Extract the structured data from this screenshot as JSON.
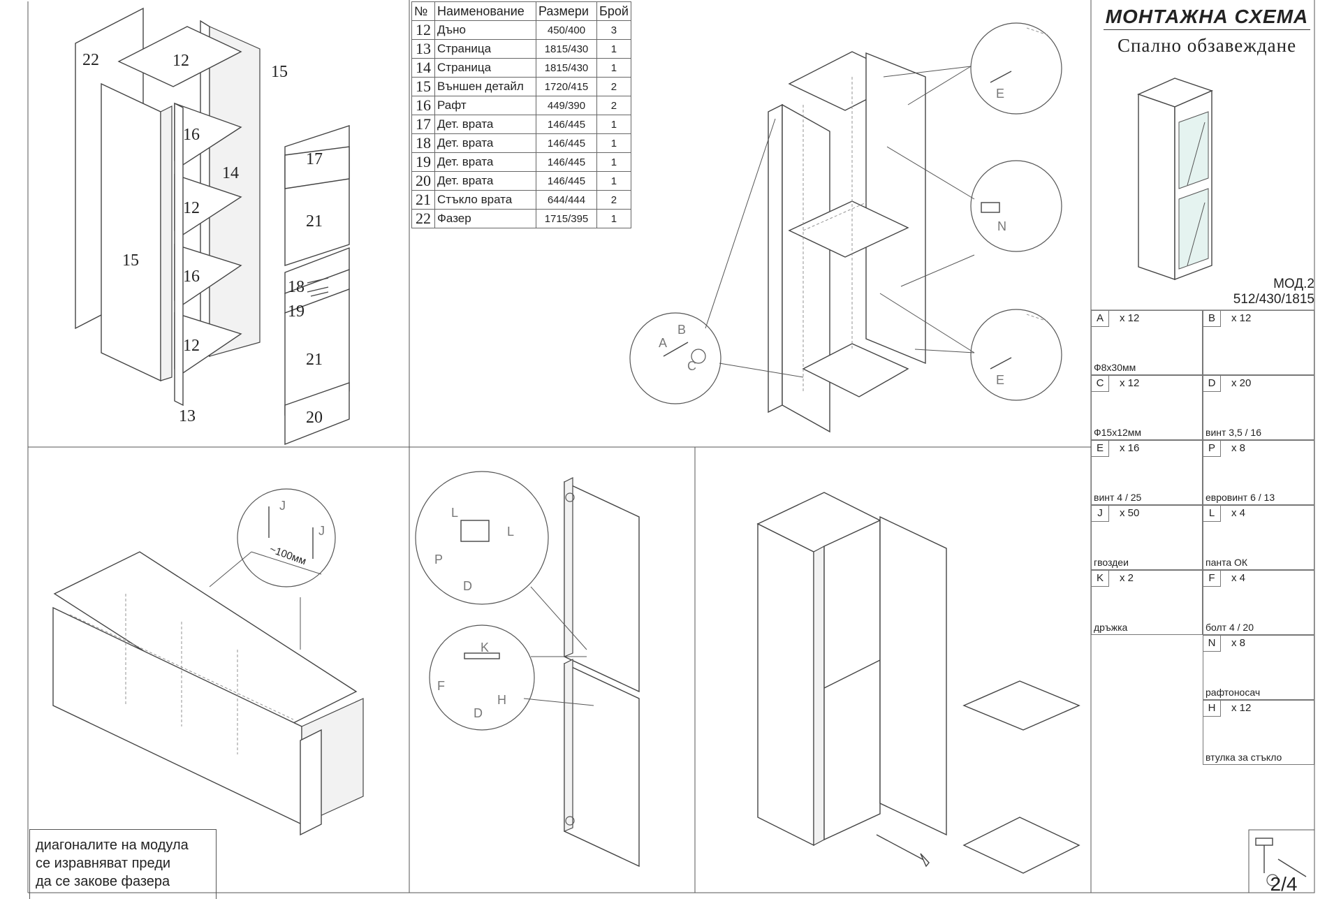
{
  "title": "МОНТАЖНА СХЕМА",
  "subtitle": "Спално обзавеждане",
  "model": {
    "name": "МОД.2",
    "dims": "512/430/1815"
  },
  "parts_table": {
    "headers": [
      "№",
      "Наименование",
      "Размери",
      "Брой"
    ],
    "rows": [
      {
        "no": "12",
        "name": "Дъно",
        "size": "450/400",
        "qty": "3"
      },
      {
        "no": "13",
        "name": "Страница",
        "size": "1815/430",
        "qty": "1"
      },
      {
        "no": "14",
        "name": "Страница",
        "size": "1815/430",
        "qty": "1"
      },
      {
        "no": "15",
        "name": "Външен детайл",
        "size": "1720/415",
        "qty": "2"
      },
      {
        "no": "16",
        "name": "Рафт",
        "size": "449/390",
        "qty": "2"
      },
      {
        "no": "17",
        "name": "Дет. врата",
        "size": "146/445",
        "qty": "1"
      },
      {
        "no": "18",
        "name": "Дет. врата",
        "size": "146/445",
        "qty": "1"
      },
      {
        "no": "19",
        "name": "Дет. врата",
        "size": "146/445",
        "qty": "1"
      },
      {
        "no": "20",
        "name": "Дет. врата",
        "size": "146/445",
        "qty": "1"
      },
      {
        "no": "21",
        "name": "Стъкло врата",
        "size": "644/444",
        "qty": "2"
      },
      {
        "no": "22",
        "name": "Фазер",
        "size": "1715/395",
        "qty": "1"
      }
    ]
  },
  "hardware": [
    {
      "letter": "A",
      "qty": "x 12",
      "spec": "Ф8x30мм",
      "icon": "dowel-icon"
    },
    {
      "letter": "B",
      "qty": "x 12",
      "spec": "",
      "icon": "confirmat-bolt-icon"
    },
    {
      "letter": "C",
      "qty": "x 12",
      "spec": "Ф15x12мм",
      "icon": "cam-lock-icon"
    },
    {
      "letter": "D",
      "qty": "x 20",
      "spec": "винт 3,5 / 16",
      "icon": "wood-screw-icon"
    },
    {
      "letter": "E",
      "qty": "x 16",
      "spec": "винт 4 / 25",
      "icon": "long-screw-icon"
    },
    {
      "letter": "P",
      "qty": "x 8",
      "spec": "евровинт 6 / 13",
      "icon": "euro-screw-icon"
    },
    {
      "letter": "J",
      "qty": "x 50",
      "spec": "гвоздеи",
      "icon": "nail-icon"
    },
    {
      "letter": "L",
      "qty": "x 4",
      "spec": "панта ОК",
      "icon": "hinge-icon"
    },
    {
      "letter": "K",
      "qty": "x 2",
      "spec": "дръжка",
      "icon": "handle-icon"
    },
    {
      "letter": "F",
      "qty": "x 4",
      "spec": "болт 4 / 20",
      "icon": "bolt-icon"
    },
    {
      "letter": "N",
      "qty": "x 8",
      "spec": "рафтоносач",
      "icon": "shelf-pin-icon"
    },
    {
      "letter": "H",
      "qty": "x 12",
      "spec": "втулка за стъкло",
      "icon": "glass-bushing-icon"
    }
  ],
  "exploded_view": {
    "labels": [
      "22",
      "12",
      "15",
      "16",
      "14",
      "12",
      "16",
      "12",
      "15",
      "13"
    ],
    "door_labels": [
      "17",
      "21",
      "18",
      "19",
      "21",
      "20"
    ]
  },
  "detail_letters": {
    "top_right": [
      "E",
      "N",
      "E"
    ],
    "left_detail": [
      "A",
      "B",
      "C"
    ],
    "nail_detail": [
      "J",
      "J",
      "~100мм"
    ],
    "hinge_detail": [
      "L",
      "P",
      "L",
      "D"
    ],
    "handle_detail": [
      "K",
      "F",
      "D",
      "H"
    ]
  },
  "note": [
    "диагоналите на модула",
    "се изравняват преди",
    "да се закове фазера"
  ],
  "page": "2/4",
  "tools": [
    "hammer-icon",
    "screwdriver-icon"
  ]
}
